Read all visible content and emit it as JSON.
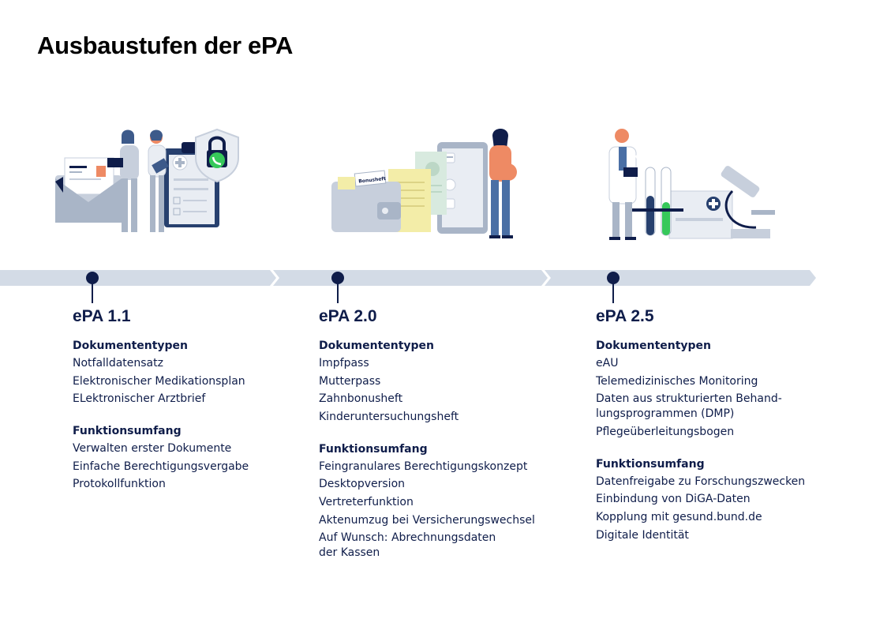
{
  "title": "Ausbaustufen der ePA",
  "colors": {
    "navy": "#0f1d4a",
    "timeline": "#d3dbe6",
    "green": "#36c85a",
    "light_gray": "#c7cfdc",
    "mid_gray": "#a9b5c7",
    "orange": "#ee8a64",
    "yellow": "#f3eda8"
  },
  "stages": [
    {
      "title": "ePA 1.1",
      "doc_heading": "Dokumententypen",
      "documents": [
        "Notfalldatensatz",
        "Elektronischer Medikationsplan",
        "ELektronischer Arztbrief"
      ],
      "func_heading": "Funktionsumfang",
      "functions": [
        "Verwalten erster Dokumente",
        "Einfache Berechtigungsvergabe",
        "Protokollfunktion"
      ]
    },
    {
      "title": "ePA 2.0",
      "doc_heading": "Dokumententypen",
      "documents": [
        "Impfpass",
        "Mutterpass",
        "Zahnbonusheft",
        "Kinderuntersuchungsheft"
      ],
      "func_heading": "Funktionsumfang",
      "functions": [
        "Feingranulares Berechtigungskonzept",
        "Desktopversion",
        "Vertreterfunktion",
        "Aktenumzug bei Versicherungswechsel",
        "Auf Wunsch: Abrechnungsdaten der Kassen"
      ],
      "wallet_label": "Bonusheft"
    },
    {
      "title": "ePA 2.5",
      "doc_heading": "Dokumententypen",
      "documents": [
        "eAU",
        "Telemedizinisches Monitoring",
        "Daten aus strukturierten Behand-lungsprogrammen (DMP)",
        "Pflegeüberleitungsbogen"
      ],
      "func_heading": "Funktionsumfang",
      "functions": [
        "Datenfreigabe zu Forschungszwecken",
        "Einbindung von DiGA-Daten",
        "Kopplung mit gesund.bund.de",
        "Digitale Identität"
      ]
    }
  ]
}
